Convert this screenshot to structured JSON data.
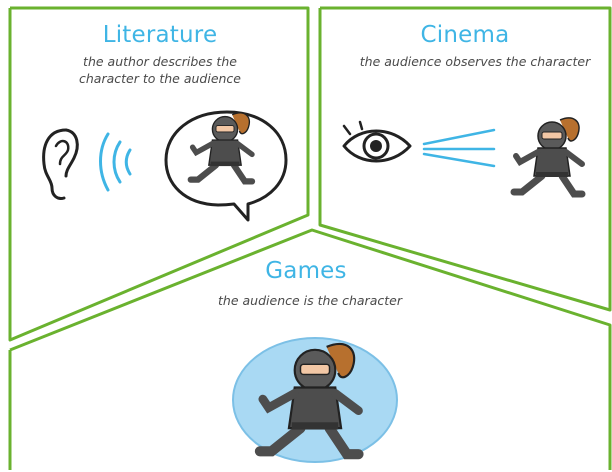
{
  "panels": {
    "literature": {
      "title": "Literature",
      "caption_line1": "the author describes the",
      "caption_line2": "character to the audience"
    },
    "cinema": {
      "title": "Cinema",
      "caption": "the audience observes the character"
    },
    "games": {
      "title": "Games",
      "caption": "the audience is the character"
    }
  },
  "colors": {
    "frame": "#6ab22f",
    "accent": "#3fb5e5",
    "text": "#4a4a4a",
    "halo": "#a9d9f3"
  },
  "icons": [
    "ear-icon",
    "sound-waves-icon",
    "speech-bubble-icon",
    "eye-icon",
    "sight-lines-icon",
    "ninja-character-icon"
  ]
}
